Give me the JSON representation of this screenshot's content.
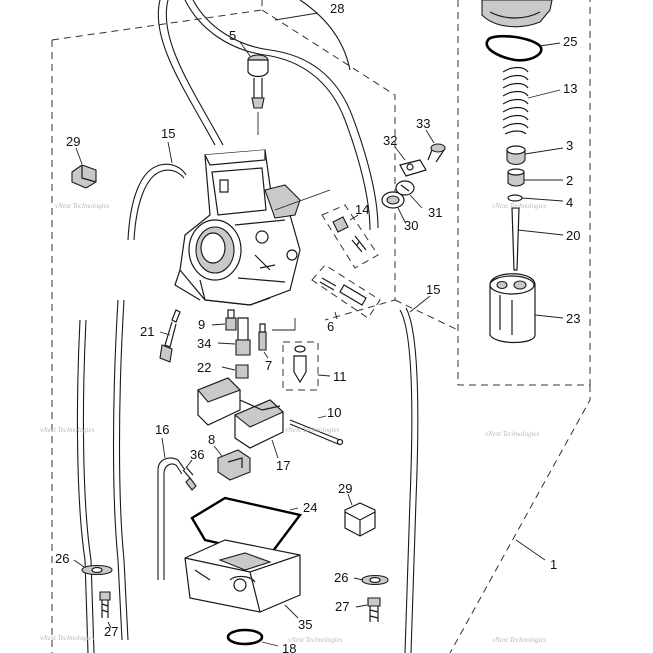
{
  "callouts": [
    {
      "id": "c1",
      "text": "1"
    },
    {
      "id": "c2",
      "text": "2"
    },
    {
      "id": "c3",
      "text": "3"
    },
    {
      "id": "c4",
      "text": "4"
    },
    {
      "id": "c5",
      "text": "5"
    },
    {
      "id": "c6",
      "text": "6"
    },
    {
      "id": "c7",
      "text": "7"
    },
    {
      "id": "c8",
      "text": "8"
    },
    {
      "id": "c9",
      "text": "9"
    },
    {
      "id": "c10",
      "text": "10"
    },
    {
      "id": "c11",
      "text": "11"
    },
    {
      "id": "c13",
      "text": "13"
    },
    {
      "id": "c14",
      "text": "14"
    },
    {
      "id": "c15a",
      "text": "15"
    },
    {
      "id": "c15b",
      "text": "15"
    },
    {
      "id": "c16",
      "text": "16"
    },
    {
      "id": "c17",
      "text": "17"
    },
    {
      "id": "c18",
      "text": "18"
    },
    {
      "id": "c20",
      "text": "20"
    },
    {
      "id": "c21",
      "text": "21"
    },
    {
      "id": "c22",
      "text": "22"
    },
    {
      "id": "c23",
      "text": "23"
    },
    {
      "id": "c24",
      "text": "24"
    },
    {
      "id": "c25",
      "text": "25"
    },
    {
      "id": "c26a",
      "text": "26"
    },
    {
      "id": "c26b",
      "text": "26"
    },
    {
      "id": "c27a",
      "text": "27"
    },
    {
      "id": "c27b",
      "text": "27"
    },
    {
      "id": "c28",
      "text": "28"
    },
    {
      "id": "c29a",
      "text": "29"
    },
    {
      "id": "c29b",
      "text": "29"
    },
    {
      "id": "c30",
      "text": "30"
    },
    {
      "id": "c31",
      "text": "31"
    },
    {
      "id": "c32",
      "text": "32"
    },
    {
      "id": "c33",
      "text": "33"
    },
    {
      "id": "c34",
      "text": "34"
    },
    {
      "id": "c35",
      "text": "35"
    },
    {
      "id": "c36",
      "text": "36"
    }
  ],
  "watermark": "vNext Technologies"
}
